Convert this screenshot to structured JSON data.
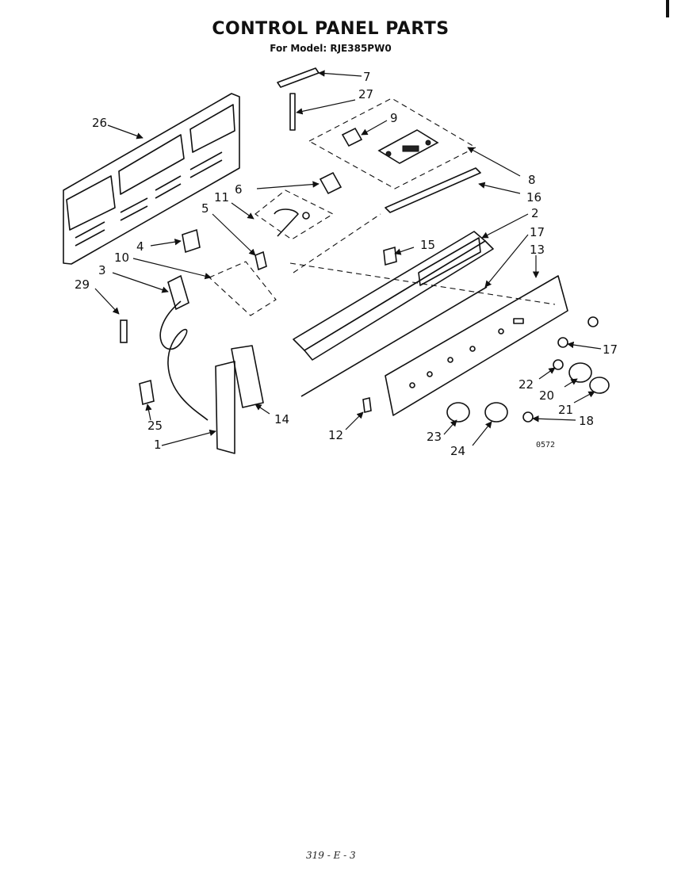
{
  "header": {
    "title": "CONTROL PANEL PARTS",
    "subtitle": "For Model: RJE385PW0"
  },
  "drawing_code": "0572",
  "footer_code": "319 - E - 3",
  "callouts": {
    "c1": "1",
    "c2": "2",
    "c3": "3",
    "c4": "4",
    "c5": "5",
    "c6": "6",
    "c7": "7",
    "c8": "8",
    "c9": "9",
    "c10": "10",
    "c11": "11",
    "c12": "12",
    "c13": "13",
    "c14": "14",
    "c15": "15",
    "c16": "16",
    "c17": "17",
    "c17b": "17",
    "c18": "18",
    "c20": "20",
    "c21": "21",
    "c22": "22",
    "c23": "23",
    "c24": "24",
    "c25": "25",
    "c26": "26",
    "c27": "27",
    "c29": "29"
  }
}
